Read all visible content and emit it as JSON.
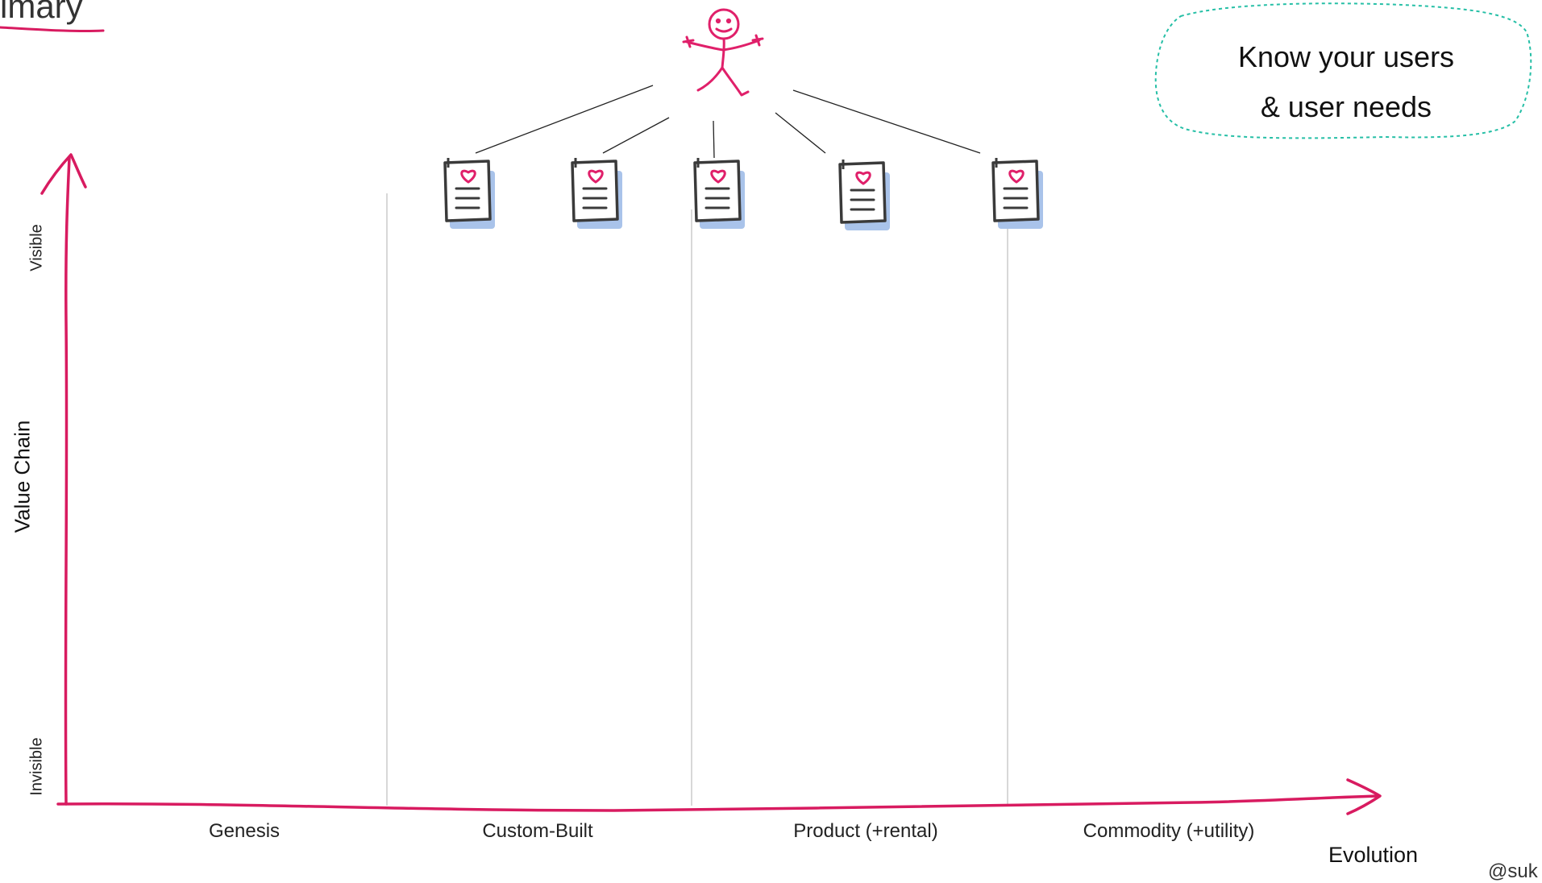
{
  "header": {
    "title_fragment": "imary"
  },
  "note": {
    "line1": "Know your users",
    "line2": "& user needs"
  },
  "axes": {
    "y_title": "Value Chain",
    "y_top": "Visible",
    "y_bottom": "Invisible",
    "x_title": "Evolution"
  },
  "stages": [
    "Genesis",
    "Custom-Built",
    "Product (+rental)",
    "Commodity (+utility)"
  ],
  "corner_credit": "@suk",
  "user": {
    "icon": "stick-figure-icon"
  },
  "needs": {
    "count": 5,
    "icon": "user-need-card-icon"
  },
  "colors": {
    "axis": "#d81b60",
    "figure": "#e0206a",
    "note_border": "#26bfa6",
    "card_shadow": "#a9c3ea",
    "card_outline": "#3a3a3a",
    "divider": "#cccccc"
  }
}
